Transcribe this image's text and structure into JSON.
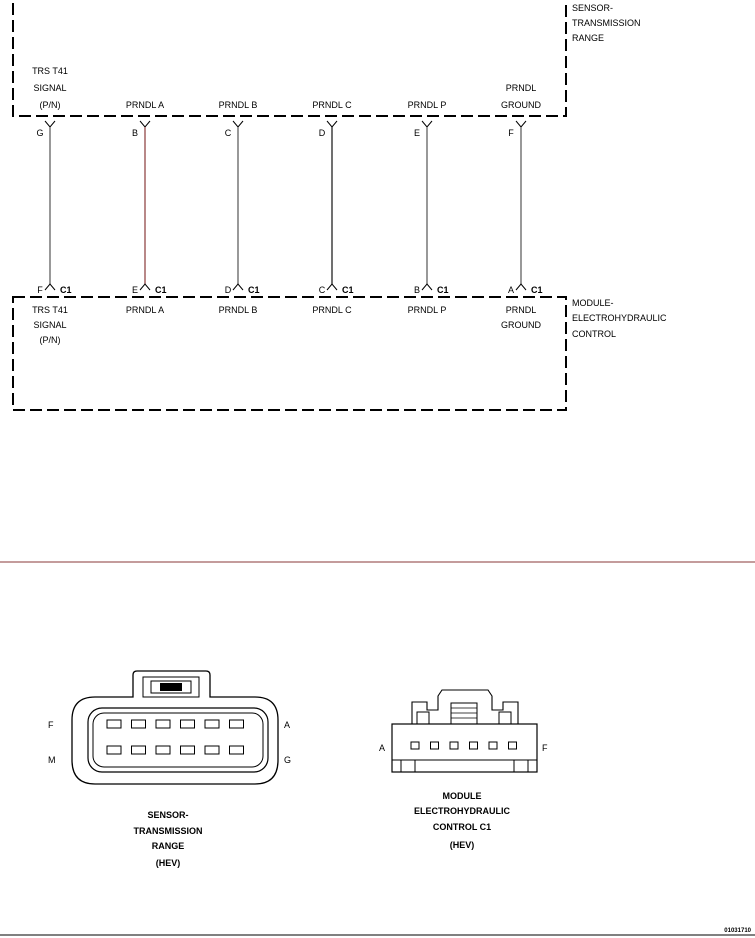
{
  "sensor_component": {
    "name_lines": [
      "SENSOR-",
      "TRANSMISSION",
      "RANGE"
    ]
  },
  "module_component": {
    "name_lines": [
      "MODULE-",
      "ELECTROHYDRAULIC",
      "CONTROL"
    ]
  },
  "circuits": [
    {
      "sensor_label": [
        "TRS T41",
        "SIGNAL",
        "(P/N)"
      ],
      "sensor_pin": "G",
      "module_pin": "F",
      "module_connector": "C1",
      "module_label": [
        "TRS T41",
        "SIGNAL",
        "(P/N)"
      ],
      "wire_color": "#555555"
    },
    {
      "sensor_label": [
        "PRNDL A"
      ],
      "sensor_pin": "B",
      "module_pin": "E",
      "module_connector": "C1",
      "module_label": [
        "PRNDL A"
      ],
      "wire_color": "#8a3a3a"
    },
    {
      "sensor_label": [
        "PRNDL B"
      ],
      "sensor_pin": "C",
      "module_pin": "D",
      "module_connector": "C1",
      "module_label": [
        "PRNDL B"
      ],
      "wire_color": "#555555"
    },
    {
      "sensor_label": [
        "PRNDL C"
      ],
      "sensor_pin": "D",
      "module_pin": "C",
      "module_connector": "C1",
      "module_label": [
        "PRNDL C"
      ],
      "wire_color": "#111111"
    },
    {
      "sensor_label": [
        "PRNDL P"
      ],
      "sensor_pin": "E",
      "module_pin": "B",
      "module_connector": "C1",
      "module_label": [
        "PRNDL P"
      ],
      "wire_color": "#555555"
    },
    {
      "sensor_label": [
        "PRNDL",
        "GROUND"
      ],
      "sensor_pin": "F",
      "module_pin": "A",
      "module_connector": "C1",
      "module_label": [
        "PRNDL",
        "GROUND"
      ],
      "wire_color": "#555555"
    }
  ],
  "connector_views": {
    "sensor": {
      "pin_labels": {
        "top_left": "F",
        "bottom_left": "M",
        "top_right": "A",
        "bottom_right": "G"
      },
      "caption_lines": [
        "SENSOR-",
        "TRANSMISSION",
        "RANGE",
        "(HEV)"
      ]
    },
    "module": {
      "pin_labels": {
        "left": "A",
        "right": "F"
      },
      "caption_lines": [
        "MODULE",
        "ELECTROHYDRAULIC",
        "CONTROL C1",
        "(HEV)"
      ]
    }
  },
  "figure_number": "01031710",
  "colors": {
    "line": "#000000",
    "background": "#ffffff",
    "separator": "#8a3a3a"
  }
}
